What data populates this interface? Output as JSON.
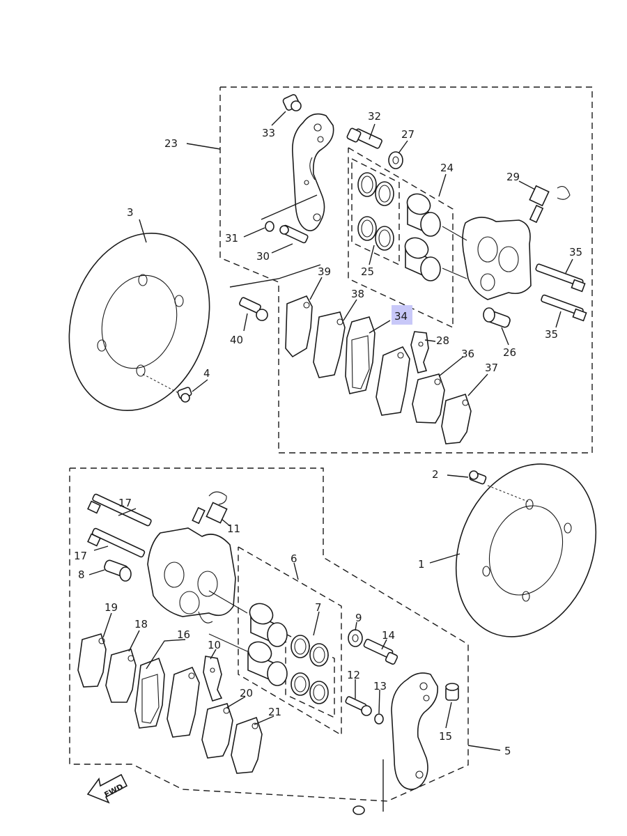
{
  "highlight_color": "#c8c8f8",
  "callouts": {
    "c1": "1",
    "c2": "2",
    "c3": "3",
    "c4": "4",
    "c5": "5",
    "c6": "6",
    "c7": "7",
    "c8": "8",
    "c9": "9",
    "c10": "10",
    "c11": "11",
    "c12": "12",
    "c13": "13",
    "c14": "14",
    "c15": "15",
    "c16": "16",
    "c17a": "17",
    "c17b": "17",
    "c18": "18",
    "c19": "19",
    "c20": "20",
    "c21": "21",
    "c23": "23",
    "c24": "24",
    "c25": "25",
    "c26": "26",
    "c27": "27",
    "c28": "28",
    "c29": "29",
    "c30": "30",
    "c31": "31",
    "c32": "32",
    "c33": "33",
    "c34": "34",
    "c35a": "35",
    "c35b": "35",
    "c36": "36",
    "c37": "37",
    "c38": "38",
    "c39": "39",
    "c40": "40"
  },
  "fwd_label": "FWD"
}
